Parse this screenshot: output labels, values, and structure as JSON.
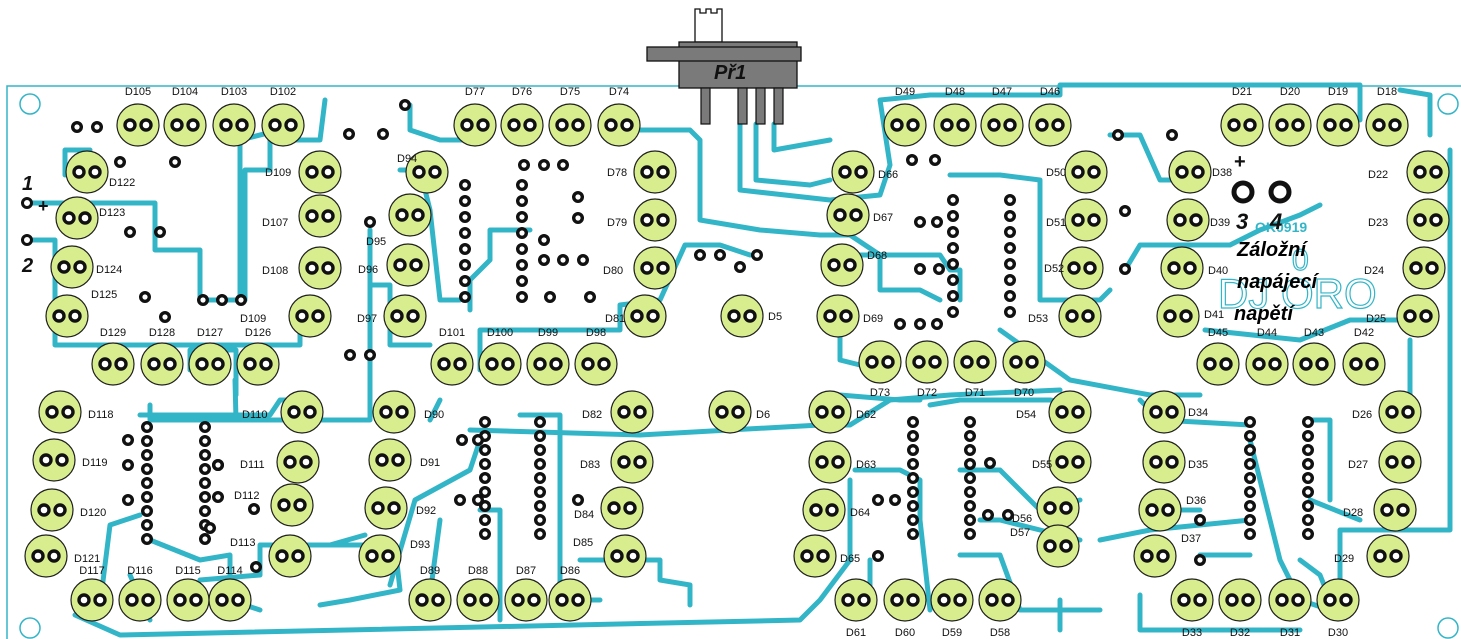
{
  "switch_label": "Př1",
  "connector": {
    "pin1": "1",
    "pin2": "2",
    "plus_a": "+"
  },
  "supply": {
    "pin3": "3",
    "pin4": "4",
    "plus_b": "+",
    "note_lines": [
      "Záložní",
      "napájecí",
      "napětí"
    ]
  },
  "watermark": {
    "code": "OK0919",
    "brand": "DJ ORO",
    "digit": "0"
  },
  "colors": {
    "track": "#33b5c8",
    "pad_fill": "#d8ee8e",
    "pad_stroke": "#1f1f1f",
    "hole": "#111111",
    "board_line": "#33b5c8"
  },
  "leds": [
    {
      "ref": "D105"
    },
    {
      "ref": "D104"
    },
    {
      "ref": "D103"
    },
    {
      "ref": "D102"
    },
    {
      "ref": "D77"
    },
    {
      "ref": "D76"
    },
    {
      "ref": "D75"
    },
    {
      "ref": "D74"
    },
    {
      "ref": "D49"
    },
    {
      "ref": "D48"
    },
    {
      "ref": "D47"
    },
    {
      "ref": "D46"
    },
    {
      "ref": "D21"
    },
    {
      "ref": "D20"
    },
    {
      "ref": "D19"
    },
    {
      "ref": "D18"
    },
    {
      "ref": "D122"
    },
    {
      "ref": "D123"
    },
    {
      "ref": "D124"
    },
    {
      "ref": "D125"
    },
    {
      "ref": "D129"
    },
    {
      "ref": "D128"
    },
    {
      "ref": "D127"
    },
    {
      "ref": "D126"
    },
    {
      "ref": "D109"
    },
    {
      "ref": "D107"
    },
    {
      "ref": "D108"
    },
    {
      "ref": "D109"
    },
    {
      "ref": "D94"
    },
    {
      "ref": "D95"
    },
    {
      "ref": "D96"
    },
    {
      "ref": "D97"
    },
    {
      "ref": "D101"
    },
    {
      "ref": "D100"
    },
    {
      "ref": "D99"
    },
    {
      "ref": "D98"
    },
    {
      "ref": "D78"
    },
    {
      "ref": "D79"
    },
    {
      "ref": "D80"
    },
    {
      "ref": "D81"
    },
    {
      "ref": "D5"
    },
    {
      "ref": "D66"
    },
    {
      "ref": "D67"
    },
    {
      "ref": "D68"
    },
    {
      "ref": "D69"
    },
    {
      "ref": "D50"
    },
    {
      "ref": "D51"
    },
    {
      "ref": "D52"
    },
    {
      "ref": "D53"
    },
    {
      "ref": "D38"
    },
    {
      "ref": "D39"
    },
    {
      "ref": "D40"
    },
    {
      "ref": "D41"
    },
    {
      "ref": "D22"
    },
    {
      "ref": "D23"
    },
    {
      "ref": "D24"
    },
    {
      "ref": "D25"
    },
    {
      "ref": "D45"
    },
    {
      "ref": "D44"
    },
    {
      "ref": "D43"
    },
    {
      "ref": "D42"
    },
    {
      "ref": "D73"
    },
    {
      "ref": "D72"
    },
    {
      "ref": "D71"
    },
    {
      "ref": "D70"
    },
    {
      "ref": "D118"
    },
    {
      "ref": "D119"
    },
    {
      "ref": "D120"
    },
    {
      "ref": "D121"
    },
    {
      "ref": "D110"
    },
    {
      "ref": "D111"
    },
    {
      "ref": "D112"
    },
    {
      "ref": "D113"
    },
    {
      "ref": "D90"
    },
    {
      "ref": "D91"
    },
    {
      "ref": "D92"
    },
    {
      "ref": "D93"
    },
    {
      "ref": "D82"
    },
    {
      "ref": "D83"
    },
    {
      "ref": "D84"
    },
    {
      "ref": "D85"
    },
    {
      "ref": "D6"
    },
    {
      "ref": "D62"
    },
    {
      "ref": "D63"
    },
    {
      "ref": "D64"
    },
    {
      "ref": "D65"
    },
    {
      "ref": "D54"
    },
    {
      "ref": "D55"
    },
    {
      "ref": "D56"
    },
    {
      "ref": "D57"
    },
    {
      "ref": "D34"
    },
    {
      "ref": "D35"
    },
    {
      "ref": "D36"
    },
    {
      "ref": "D37"
    },
    {
      "ref": "D26"
    },
    {
      "ref": "D27"
    },
    {
      "ref": "D28"
    },
    {
      "ref": "D29"
    },
    {
      "ref": "D117"
    },
    {
      "ref": "D116"
    },
    {
      "ref": "D115"
    },
    {
      "ref": "D114"
    },
    {
      "ref": "D89"
    },
    {
      "ref": "D88"
    },
    {
      "ref": "D87"
    },
    {
      "ref": "D86"
    },
    {
      "ref": "D61"
    },
    {
      "ref": "D60"
    },
    {
      "ref": "D59"
    },
    {
      "ref": "D58"
    },
    {
      "ref": "D33"
    },
    {
      "ref": "D32"
    },
    {
      "ref": "D31"
    },
    {
      "ref": "D30"
    }
  ]
}
